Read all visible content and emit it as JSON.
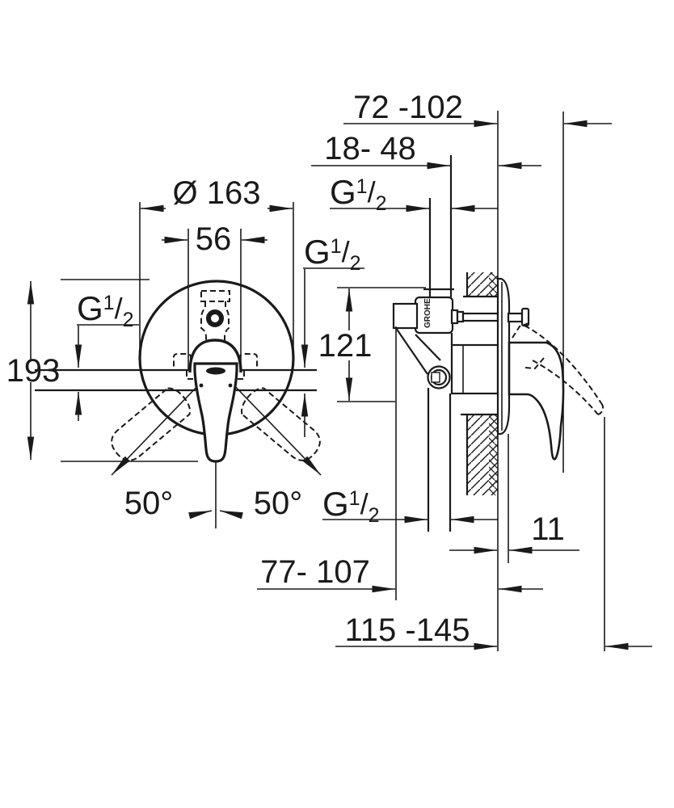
{
  "drawing": {
    "type": "technical installation drawing",
    "product": "concealed single-lever shower mixer",
    "brand_logo_text": "GROHE",
    "views": {
      "front": "front view with faceplate",
      "side": "side section in wall"
    },
    "dimensions": {
      "depth_to_handle": "72 -102",
      "wall_thickness_range": "18- 48",
      "plate_diameter": "Ø 163",
      "hub_width": "56",
      "total_height": "193",
      "port_offset": "121",
      "swing_angle_left": "50°",
      "swing_angle_right": "50°",
      "plate_clearance": "11",
      "body_depth_range": "77- 107",
      "total_depth_range": "115 -145"
    },
    "thread_label": {
      "g": "G",
      "sup": "1",
      "slash": "/",
      "sub": "2"
    }
  }
}
